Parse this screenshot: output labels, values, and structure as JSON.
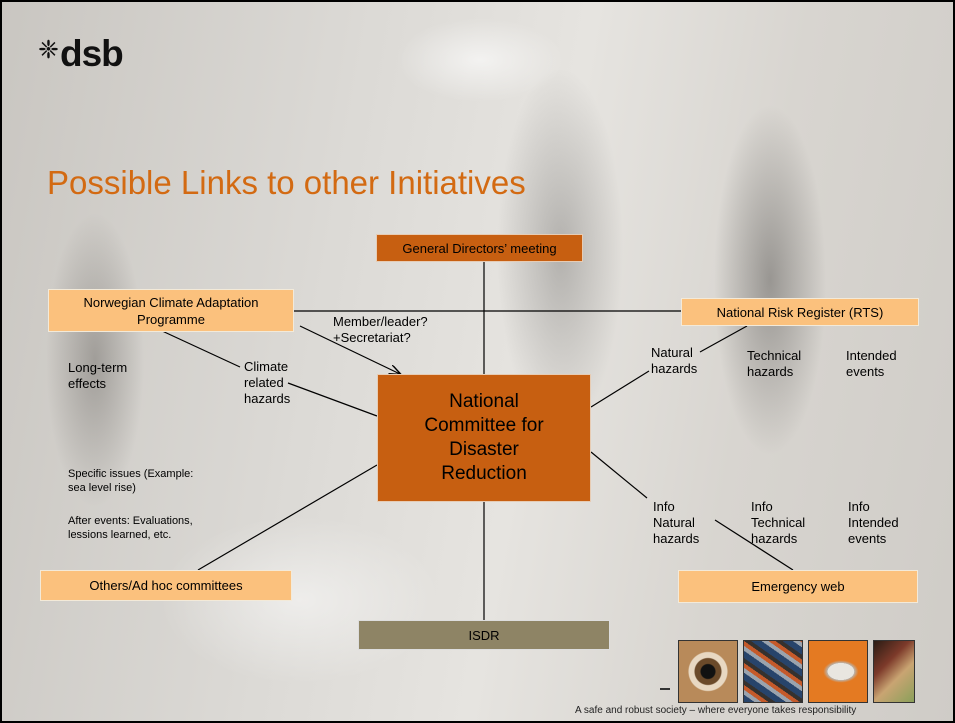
{
  "logo": {
    "mark": "❈",
    "text": "dsb"
  },
  "title": "Possible Links to other Initiatives",
  "boxes": {
    "general_directors": "General Directors’ meeting",
    "climate_programme": "Norwegian Climate Adaptation Programme",
    "risk_register": "National Risk Register (RTS)",
    "center": "National Committee for Disaster Reduction",
    "others": "Others/Ad hoc committees",
    "emergency_web": "Emergency web",
    "isdr": "ISDR"
  },
  "labels": {
    "member_leader": "Member/leader?",
    "secretariat": "+Secretariat?",
    "long_term": "Long-term effects",
    "climate_related": "Climate related hazards",
    "natural_hazards": "Natural hazards",
    "technical_hazards": "Technical hazards",
    "intended_events": "Intended events",
    "specific_issues": "Specific issues (Example: sea level rise)",
    "after_events": "After events: Evaluations, lessions learned,  etc.",
    "info_natural": "Info Natural hazards",
    "info_technical": "Info Technical hazards",
    "info_intended": "Info Intended events"
  },
  "colors": {
    "peach_box": "#fbc17d",
    "brown_box": "#c75f11",
    "isdr_box": "#8e8465",
    "title": "#d36a12"
  },
  "images": [
    "eye",
    "cables",
    "faucet",
    "hands"
  ],
  "footer": "A safe and robust society – where everyone takes responsibility"
}
